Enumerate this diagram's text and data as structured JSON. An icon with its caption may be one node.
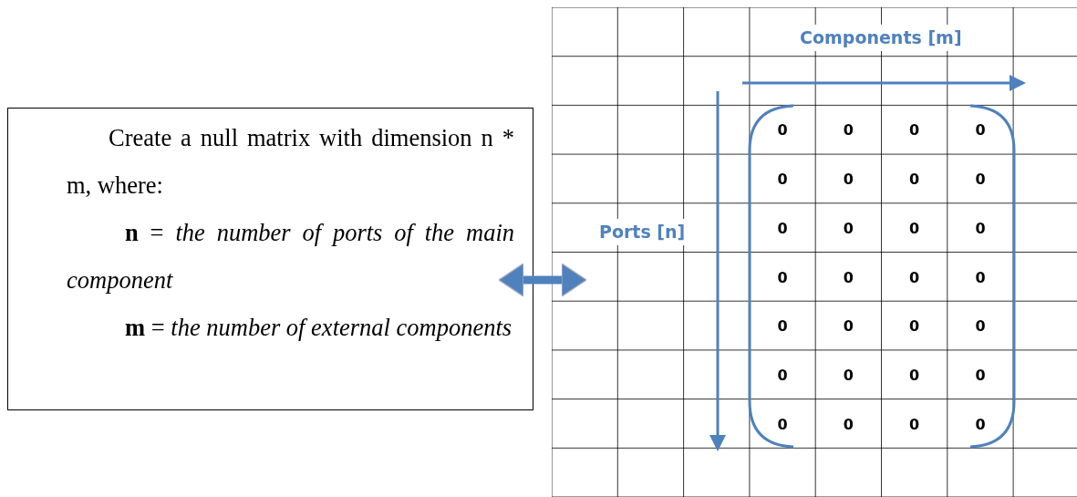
{
  "diagram": {
    "nodes": [
      {
        "text": [
          "Create a null matrix with dimension n * m, where:",
          "**n** = *the number of ports of the main component*",
          "**m** = *the number of external components*"
        ]
      },
      {
        "text": [],
        "shape": "box"
      }
    ],
    "edges": [
      {
        "from": 0,
        "to": 1,
        "arrow": "both"
      }
    ],
    "labels": [
      "Components [m]",
      "Ports [n]",
      "0",
      "0",
      "0",
      "0",
      "0",
      "0",
      "0",
      "0",
      "0",
      "0",
      "0",
      "0",
      "0",
      "0",
      "0",
      "0",
      "0",
      "0",
      "0",
      "0",
      "0",
      "0",
      "0",
      "0",
      "0",
      "0",
      "0",
      "0"
    ]
  }
}
